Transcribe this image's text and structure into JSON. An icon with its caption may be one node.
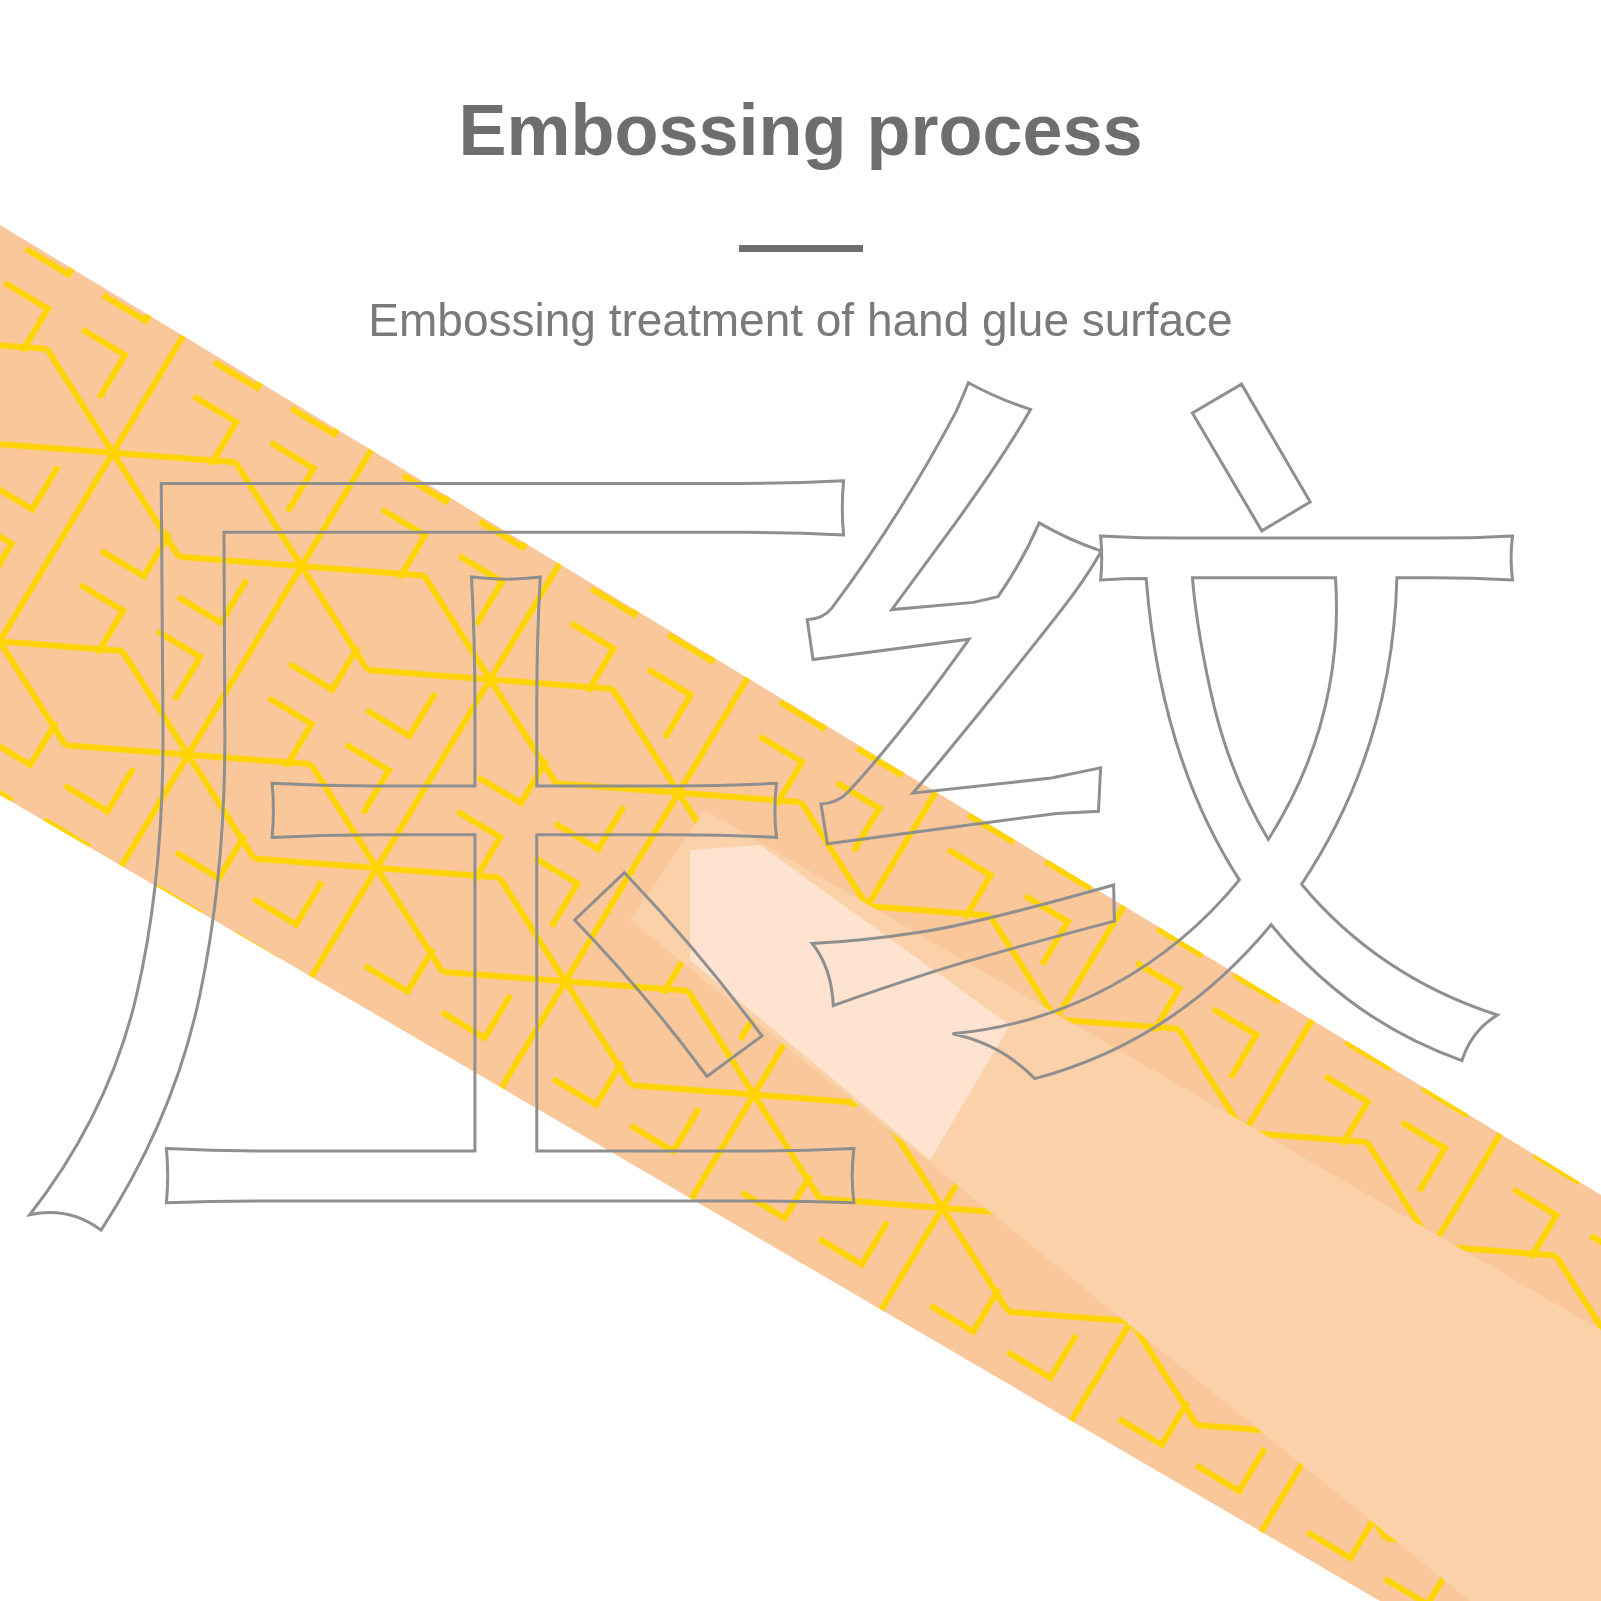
{
  "diagram": {
    "title": "Embossing process",
    "labels": [
      "Embossing treatment of hand glue surface",
      "压",
      "纹"
    ]
  }
}
